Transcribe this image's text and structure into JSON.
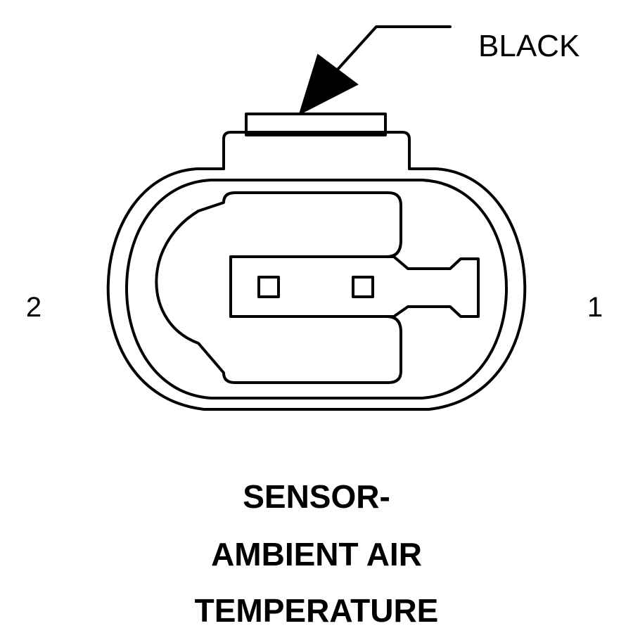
{
  "connector": {
    "color_callout": "BLACK",
    "pin_left": "2",
    "pin_right": "1",
    "line_color": "#000000",
    "background_color": "#ffffff"
  },
  "caption": {
    "lines": [
      "SENSOR-",
      "AMBIENT AIR",
      "TEMPERATURE"
    ]
  }
}
